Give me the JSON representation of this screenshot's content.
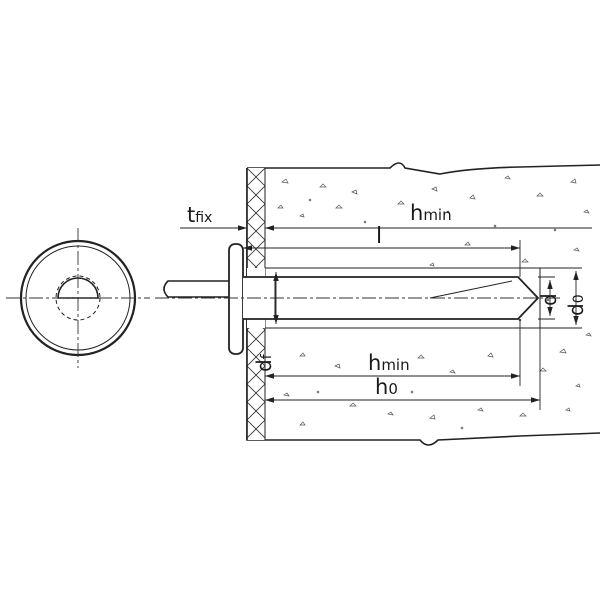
{
  "labels": {
    "t_fix_main": "t",
    "t_fix_sub": "fix",
    "h_min_top_main": "h",
    "h_min_top_sub": "min",
    "l": "l",
    "d": "d",
    "d0_main": "d",
    "d0_sub": "0",
    "df_main": "d",
    "df_sub": "f",
    "h_min_bottom_main": "h",
    "h_min_bottom_sub": "min",
    "h0_main": "h",
    "h0_sub": "0"
  },
  "colors": {
    "line": "#222222",
    "background": "#ffffff"
  }
}
